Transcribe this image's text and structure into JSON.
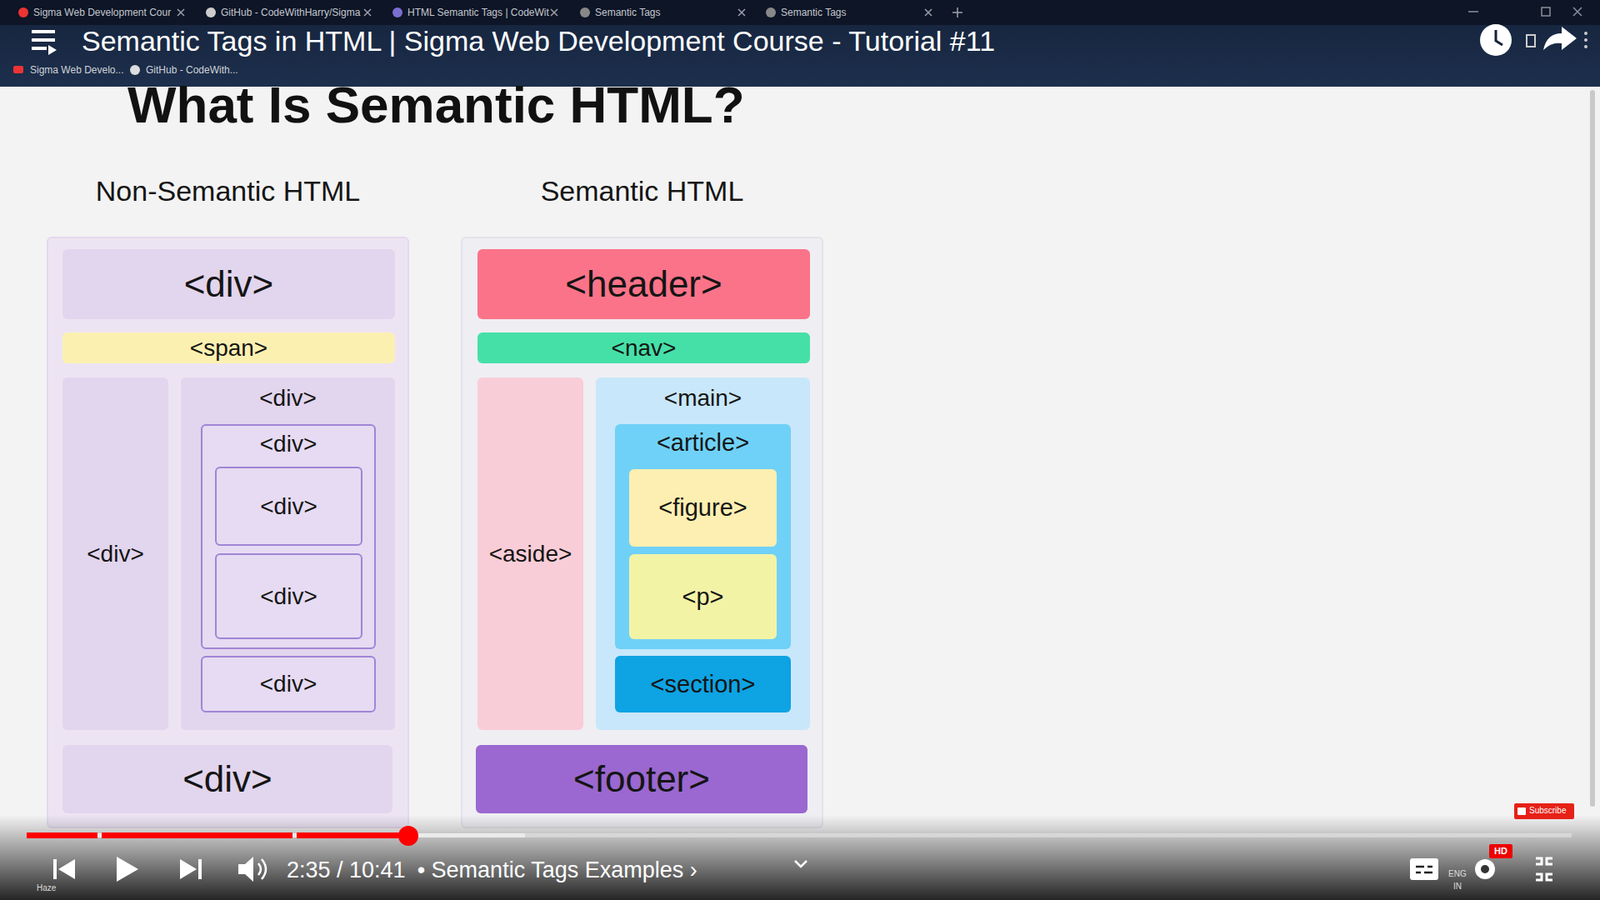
{
  "diagram": {
    "title": "What Is Semantic HTML?",
    "nodes": [
      {
        "text": [
          "Non-Semantic HTML"
        ]
      },
      {
        "text": [
          "<div>"
        ],
        "in": 0
      },
      {
        "text": [
          "<span>"
        ],
        "in": 0
      },
      {
        "text": [
          "<div>"
        ],
        "in": 0
      },
      {
        "text": [
          "<div>"
        ],
        "in": 0
      },
      {
        "text": [
          "<div>"
        ],
        "in": 4
      },
      {
        "text": [
          "<div>"
        ],
        "in": 5
      },
      {
        "text": [
          "<div>"
        ],
        "in": 5
      },
      {
        "text": [
          "<div>"
        ],
        "in": 4
      },
      {
        "text": [
          "<div>"
        ],
        "in": 0
      },
      {
        "text": [
          "Semantic HTML"
        ]
      },
      {
        "text": [
          "<header>"
        ],
        "in": 10
      },
      {
        "text": [
          "<nav>"
        ],
        "in": 10
      },
      {
        "text": [
          "<aside>"
        ],
        "in": 10
      },
      {
        "text": [
          "<main>"
        ],
        "in": 10
      },
      {
        "text": [
          "<article>"
        ],
        "in": 14
      },
      {
        "text": [
          "<figure>"
        ],
        "in": 15
      },
      {
        "text": [
          "<p>"
        ],
        "in": 15
      },
      {
        "text": [
          "<section>"
        ],
        "in": 14
      },
      {
        "text": [
          "<footer>"
        ],
        "in": 10
      }
    ],
    "labels": [
      "Sigma Web Development Cour",
      "GitHub - CodeWithHarry/Sigma",
      "HTML Semantic Tags | CodeWit",
      "Semantic Tags",
      "Semantic Tags",
      "Semantic Tags in HTML | Sigma Web Development Course - Tutorial #11",
      "Sigma Web Develo...",
      "GitHub - CodeWith...",
      "2:35 / 10:41",
      "• Semantic Tags Examples ›",
      "Subscribe",
      "HD",
      "ENG",
      "IN",
      "Haze"
    ]
  }
}
